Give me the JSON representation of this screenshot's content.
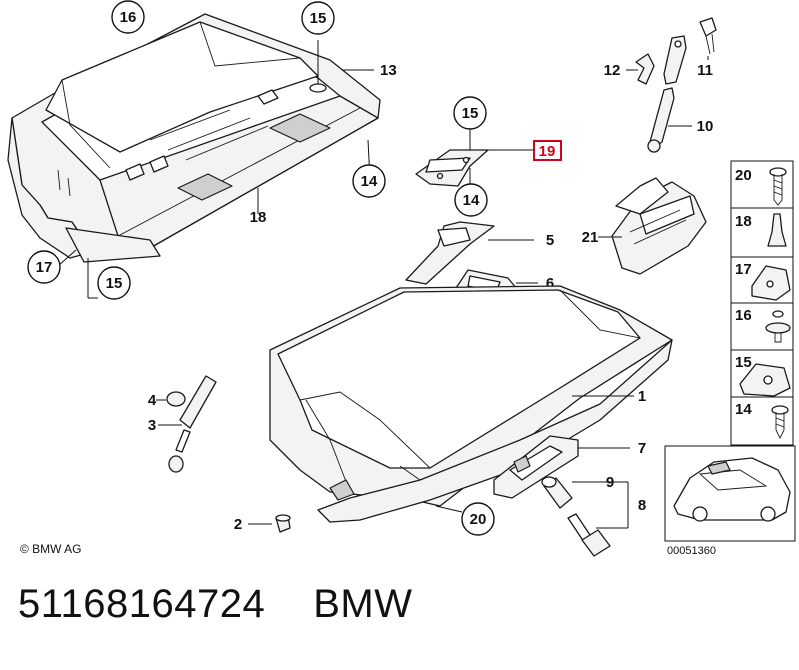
{
  "diagram": {
    "callouts": {
      "c16": "16",
      "c15_top": "15",
      "c13": "13",
      "c14_left": "14",
      "c18_left": "18",
      "c17_left": "17",
      "c15_left": "15",
      "c15_mid": "15",
      "c19": "19",
      "c14_mid": "14",
      "c12": "12",
      "c11": "11",
      "c10": "10",
      "c5": "5",
      "c21": "21",
      "c6": "6",
      "c4": "4",
      "c3": "3",
      "c1": "1",
      "c7": "7",
      "c9": "9",
      "c8": "8",
      "c2": "2",
      "c20_bottom": "20"
    },
    "legend": {
      "items": [
        "20",
        "18",
        "17",
        "16",
        "15",
        "14"
      ]
    },
    "copyright": "© BMW AG",
    "image_code": "00051360"
  },
  "title": {
    "part_number": "51168164724",
    "brand": "BMW"
  },
  "colors": {
    "highlight": "#d0021b",
    "line": "#1a1a1a"
  }
}
